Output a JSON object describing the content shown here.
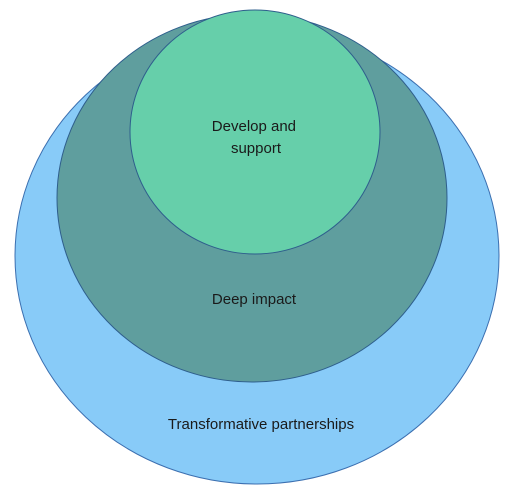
{
  "diagram": {
    "rings": [
      {
        "label": "Transformative partnerships",
        "fill": "#88CBF8",
        "stroke": "#3B6FB0"
      },
      {
        "label": "Deep impact",
        "fill": "#5F9E9E",
        "stroke": "#2E5E8C"
      },
      {
        "label_lines": [
          "Develop and",
          "support"
        ],
        "fill": "#66CFAA",
        "stroke": "#2E5E8C"
      }
    ]
  }
}
